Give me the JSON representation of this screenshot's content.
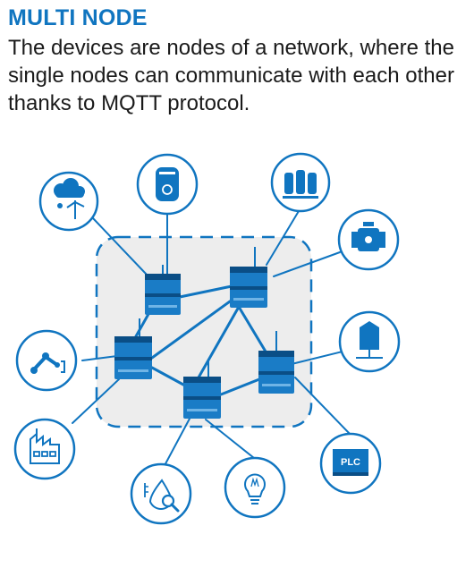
{
  "header": {
    "title": "MULTI NODE",
    "description": "The devices are nodes of a network, where the single nodes can communicate with each other thanks to MQTT protocol."
  },
  "diagram": {
    "plc_label": "PLC",
    "colors": {
      "primary": "#1075c0",
      "network_area": "#ededed",
      "node_body": "#1a7cc6",
      "node_dark": "#0a4e86"
    }
  }
}
